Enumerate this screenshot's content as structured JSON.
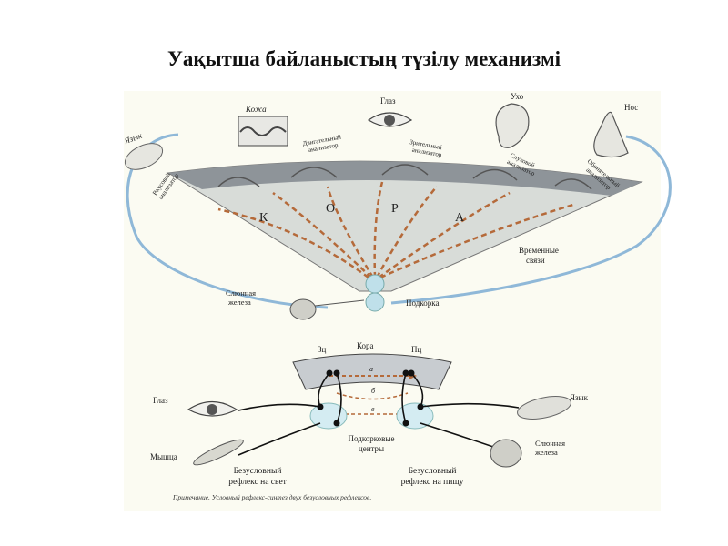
{
  "title": "Уақытша байланыстың түзілу механизмі",
  "upper": {
    "organs": {
      "tongue": "Язык",
      "skin": "Кожа",
      "eye": "Глаз",
      "ear": "Ухо",
      "nose": "Нос"
    },
    "analyzers": {
      "taste": [
        "Вкусовой",
        "анализатор"
      ],
      "motor": [
        "Двигательный",
        "анализатор"
      ],
      "visual": [
        "Зрительный",
        "анализатор"
      ],
      "auditory": [
        "Слуховой",
        "анализатор"
      ],
      "olfactory": [
        "Обонятельный",
        "анализатор"
      ]
    },
    "cortex_letters": [
      "К",
      "О",
      "Р",
      "А"
    ],
    "temporary_links": [
      "Временные",
      "связи"
    ],
    "salivary_gland": [
      "Слюнная",
      "железа"
    ],
    "subcortex": "Подкорка"
  },
  "lower": {
    "cortex": "Кора",
    "center_left": "Зц",
    "center_right": "Пц",
    "path_a": "а",
    "path_b": "б",
    "path_v": "в",
    "eye": "Глаз",
    "tongue": "Язык",
    "muscle": "Мышца",
    "salivary_gland": [
      "Слюнная",
      "железа"
    ],
    "subcortical_centers": [
      "Подкорковые",
      "центры"
    ],
    "reflex_light": [
      "Безусловный",
      "рефлекс на свет"
    ],
    "reflex_food": [
      "Безусловный",
      "рефлекс на пищу"
    ],
    "note": "Примечание. Условный рефлекс-синтез двух безусловных рефлексов."
  },
  "colors": {
    "cortex_gray": "#8e9499",
    "cortex_light": "#d8dcd8",
    "dashed_links": "#b56a3a",
    "nerve_blue": "#8fb8d8",
    "bg": "#fbfbf2"
  }
}
